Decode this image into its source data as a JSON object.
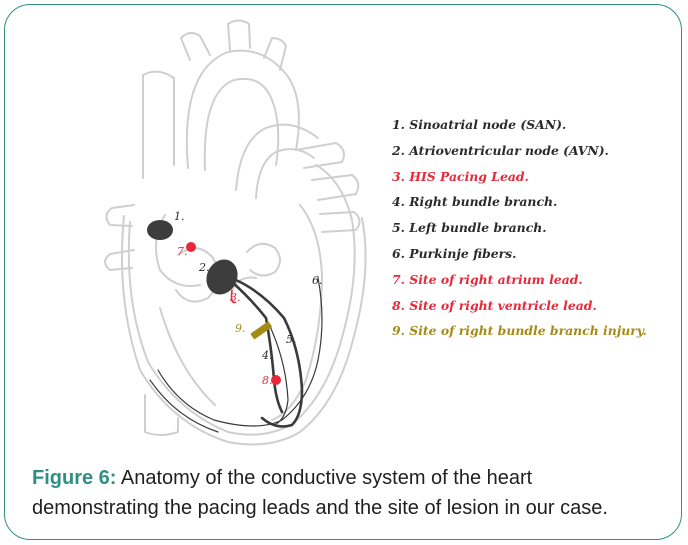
{
  "figure": {
    "caption_label": "Figure 6:",
    "caption_text": "Anatomy of the conductive system of the heart demonstrating the pacing leads and the site of lesion in our case."
  },
  "legend": [
    {
      "text": "1. Sinoatrial node (SAN).",
      "color": "#2b2b2b"
    },
    {
      "text": "2. Atrioventricular node (AVN).",
      "color": "#2b2b2b"
    },
    {
      "text": "3. HIS Pacing Lead.",
      "color": "#e8283a"
    },
    {
      "text": "4. Right bundle branch.",
      "color": "#2b2b2b"
    },
    {
      "text": "5. Left bundle branch.",
      "color": "#2b2b2b"
    },
    {
      "text": "6. Purkinje fibers.",
      "color": "#2b2b2b"
    },
    {
      "text": "7. Site of right atrium lead.",
      "color": "#e8283a"
    },
    {
      "text": "8. Site of right ventricle lead.",
      "color": "#e8283a"
    },
    {
      "text": "9. Site of right bundle branch injury.",
      "color": "#a68a16"
    }
  ],
  "diagram_labels": {
    "san": "1.",
    "avn": "2.",
    "his_lead": "3.",
    "right_bundle": "4.",
    "left_bundle": "5.",
    "purkinje": "6.",
    "ra_lead": "7.",
    "rv_lead": "8.",
    "rbb_injury": "9."
  },
  "colors": {
    "frame": "#2f8f83",
    "outline": "#cfcfcf",
    "conduction": "#3a3a3a",
    "node": "#3d3d3d",
    "lead": "#e8283a",
    "injury": "#a68a16"
  }
}
